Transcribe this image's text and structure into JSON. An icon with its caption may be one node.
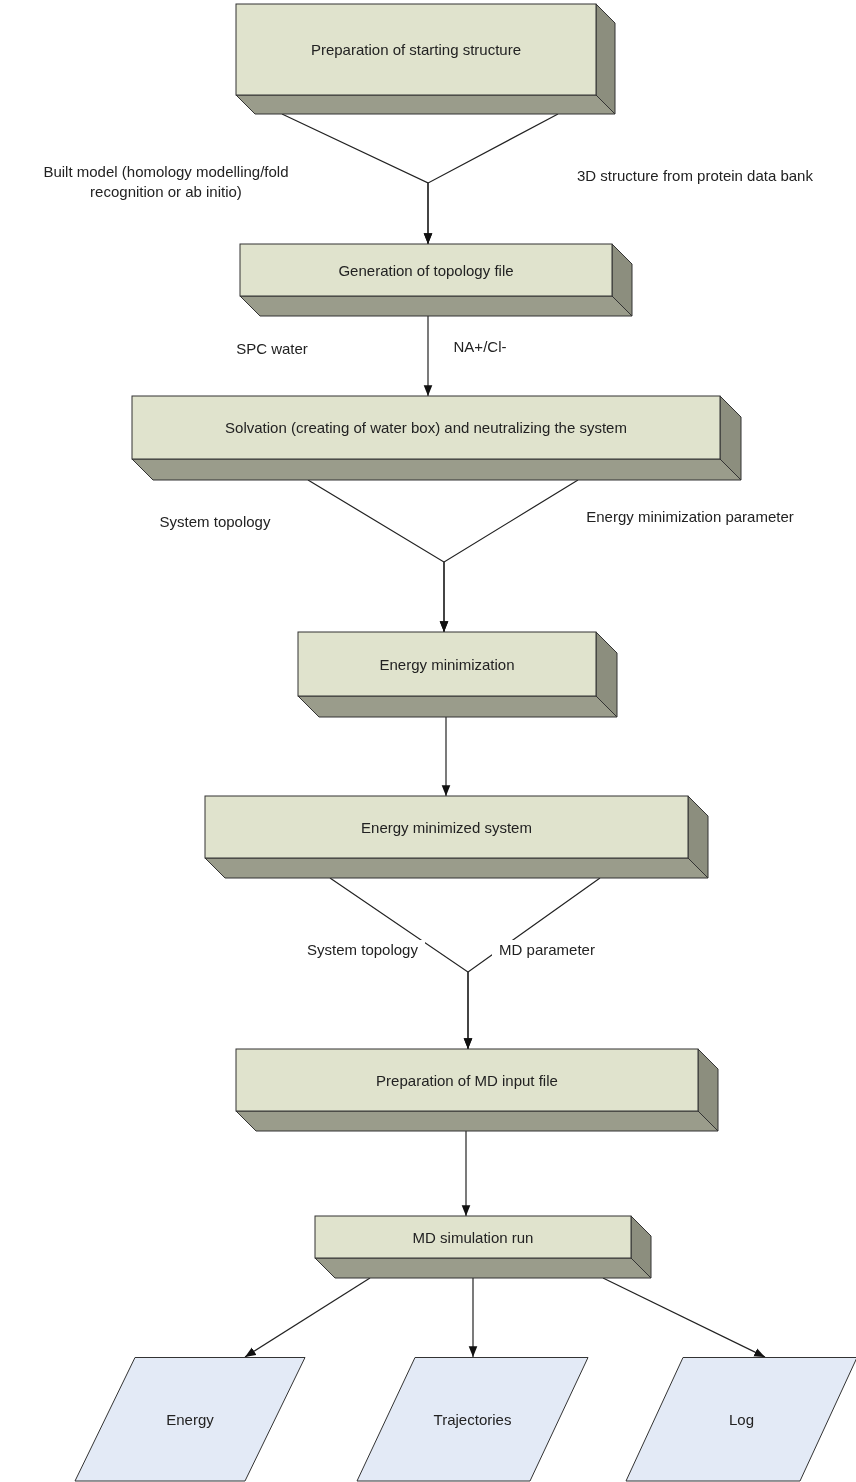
{
  "diagram": {
    "nodes": [
      {
        "text": [
          "Preparation of starting structure"
        ]
      },
      {
        "text": [
          "Generation of topology file"
        ]
      },
      {
        "text": [
          "Solvation (creating of water box) and neutralizing the system"
        ]
      },
      {
        "text": [
          "Energy minimization"
        ]
      },
      {
        "text": [
          "Energy minimized system"
        ]
      },
      {
        "text": [
          "Preparation of MD input file"
        ]
      },
      {
        "text": [
          "MD simulation run"
        ]
      },
      {
        "text": [
          "Energy"
        ]
      },
      {
        "text": [
          "Trajectories"
        ]
      },
      {
        "text": [
          "Log"
        ]
      }
    ],
    "edges": [
      {
        "from": 0,
        "to": 1,
        "arrow": "to",
        "label": "Built model (homology modelling/fold recognition or ab initio)"
      },
      {
        "from": 0,
        "to": 1,
        "arrow": "to",
        "label": "3D structure from protein data bank"
      },
      {
        "from": 1,
        "to": 2,
        "arrow": "to"
      },
      {
        "from": 2,
        "to": 3,
        "arrow": "to",
        "label": "System topology"
      },
      {
        "from": 2,
        "to": 3,
        "arrow": "to",
        "label": "Energy minimization parameter"
      },
      {
        "from": 3,
        "to": 4,
        "arrow": "to"
      },
      {
        "from": 4,
        "to": 5,
        "arrow": "to",
        "label": "System topology"
      },
      {
        "from": 4,
        "to": 5,
        "arrow": "to",
        "label": "MD parameter"
      },
      {
        "from": 5,
        "to": 6,
        "arrow": "to"
      },
      {
        "from": 6,
        "to": 7,
        "arrow": "to"
      },
      {
        "from": 6,
        "to": 8,
        "arrow": "to"
      },
      {
        "from": 6,
        "to": 9,
        "arrow": "to"
      }
    ],
    "labels": [
      "SPC water",
      "NA+/Cl-"
    ]
  }
}
